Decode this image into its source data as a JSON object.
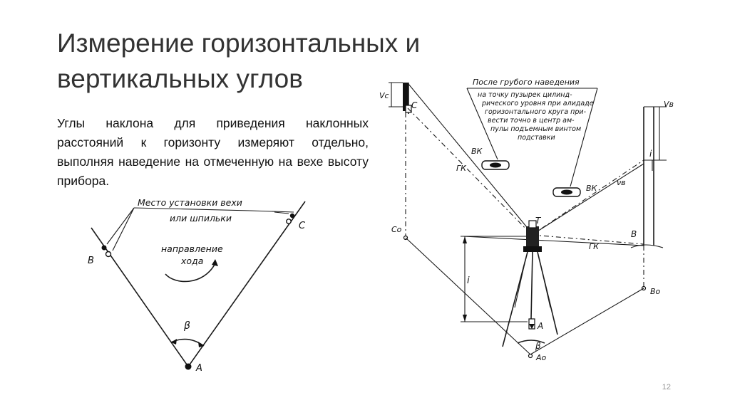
{
  "title": {
    "line1": "Измерение горизонтальных и",
    "line2": "вертикальных углов"
  },
  "body": {
    "text": "Углы наклона для приведения наклонных расстояний к горизонту измеряют отдельно, выполняя наведение на отмеченную на вехе высоту прибора."
  },
  "left_diagram": {
    "note_line1": "Место установки вехи",
    "note_line2": "или шпильки",
    "direction_line1": "направление",
    "direction_line2": "хода",
    "label_B": "В",
    "label_C": "С",
    "label_A": "А",
    "angle": "β"
  },
  "right_diagram": {
    "note_line1": "После грубого наведения",
    "note_line2": "на точку пузырек цилинд-",
    "note_line3": "рического уровня при алидаде",
    "note_line4": "горизонтального круга при-",
    "note_line5": "вести точно в центр ам-",
    "note_line6": "пулы подъемным винтом",
    "note_line7": "подставки",
    "vc": "Vc",
    "vb": "Vв",
    "nu_b": "νв",
    "C": "C",
    "Co": "Co",
    "VK1": "ВК",
    "GK1": "ГК",
    "VK2": "ВК",
    "GK2": "ГК",
    "T": "T",
    "i1": "i",
    "i2": "i",
    "B": "B",
    "Bo": "Bo",
    "A": "A",
    "Ao": "Ao",
    "beta": "β"
  },
  "page_number": "12"
}
